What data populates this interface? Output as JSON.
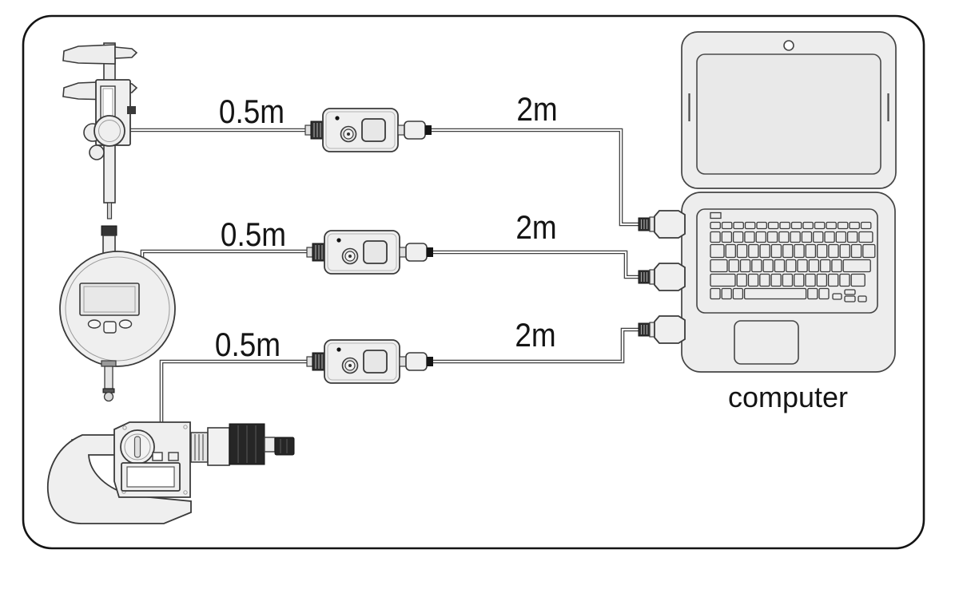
{
  "computer": {
    "label": "computer"
  },
  "rows": [
    {
      "instrument_cable_length": "0.5m",
      "output_cable_length": "2m"
    },
    {
      "instrument_cable_length": "0.5m",
      "output_cable_length": "2m"
    },
    {
      "instrument_cable_length": "0.5m",
      "output_cable_length": "2m"
    }
  ],
  "icons": {
    "row1_instrument": "digital-caliper-illustration",
    "row2_instrument": "digital-indicator-illustration",
    "row3_instrument": "digital-micrometer-illustration",
    "adapter": "data-interface-adapter-illustration",
    "usb_plug": "usb-plug-illustration",
    "computer": "laptop-illustration"
  },
  "colors": {
    "outline": "#3a3a3a",
    "device_fill": "#ededed",
    "dark_fill": "#262626",
    "frame_border": "#141414",
    "background": "#ffffff",
    "text": "#141414"
  }
}
